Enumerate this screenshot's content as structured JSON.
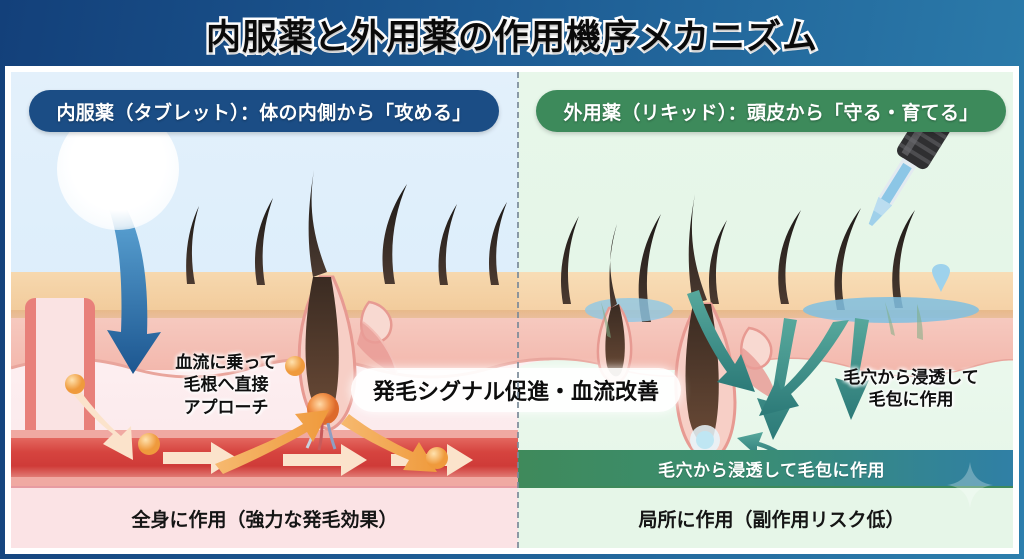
{
  "title": "内服薬と外用薬の作用機序メカニズム",
  "panels": {
    "left": {
      "header": "内服薬（タブレット）：体の内側から「攻める」",
      "header_color": "#1b4d85",
      "note_line1": "血流に乗って",
      "note_line2": "毛根へ直接",
      "note_line3": "アプローチ",
      "summary": "全身に作用（強力な発毛効果）",
      "icons": [
        "capsule-pill-icon",
        "down-arrow-icon",
        "blood-flow-arrow-icon",
        "drug-particle-icon"
      ]
    },
    "right": {
      "header": "外用薬（リキッド）：頭皮から「守る・育てる」",
      "header_color": "#3d8a5b",
      "note_line1": "毛穴から浸透して",
      "note_line2": "毛包に作用",
      "band_label": "毛穴から浸透して毛包に作用",
      "summary": "局所に作用（副作用リスク低）",
      "icons": [
        "dropper-pipette-icon",
        "liquid-droplet-icon",
        "penetration-arrow-icon"
      ]
    }
  },
  "center_label": "発毛シグナル促進・血流改善",
  "colors": {
    "title_bg_start": "#13407a",
    "title_bg_end": "#2d7fad",
    "left_bg": "#dceefb",
    "right_bg": "#e4f6e7",
    "epidermis": "#f2cb9b",
    "dermis": "#f3b8ad",
    "vessel": "#d6443f",
    "teal_arrow": "#3f8d8a",
    "orange_arrow": "#f0a252",
    "blue_arrow": "#2a6ca8"
  }
}
